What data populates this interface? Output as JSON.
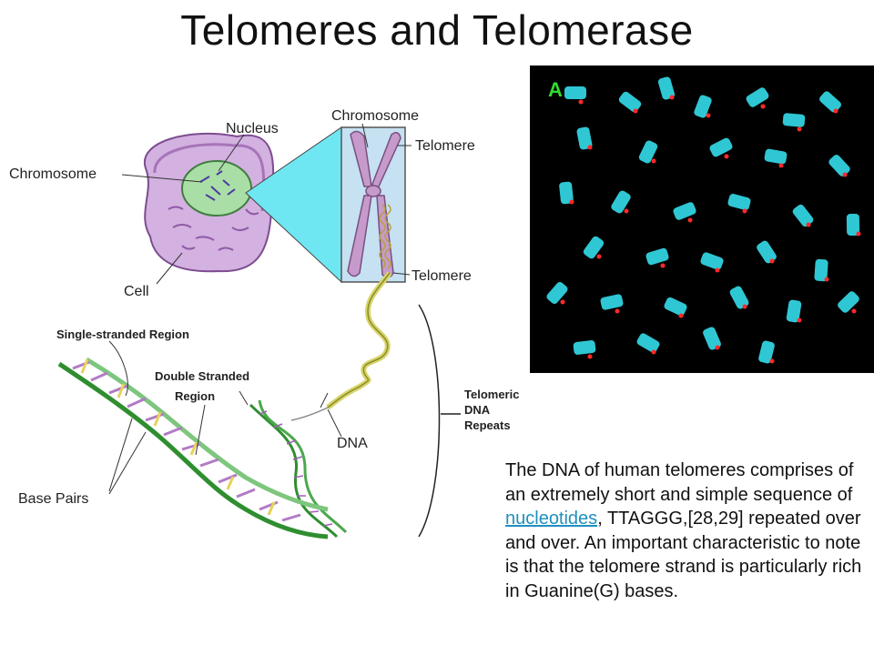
{
  "title": "Telomeres and Telomerase",
  "labels": {
    "nucleus": "Nucleus",
    "chromosome_left": "Chromosome",
    "chromosome_top": "Chromosome",
    "telomere_top": "Telomere",
    "telomere_bottom": "Telomere",
    "cell": "Cell",
    "single_stranded": "Single-stranded Region",
    "double_stranded_1": "Double Stranded",
    "double_stranded_2": "Region",
    "telomeric_1": "Telomeric",
    "telomeric_2": "DNA",
    "telomeric_3": "Repeats",
    "dna": "DNA",
    "base_pairs": "Base Pairs"
  },
  "micrograph": {
    "label": "A"
  },
  "caption": {
    "part1": "The DNA of human telomeres comprises of an extremely short and simple sequence of ",
    "link": "nucleotides",
    "part2": ", TTAGGG,[28,29] repeated over and over. An important characteristic to note is that the telomere strand is particularly rich in Guanine(G) bases."
  },
  "colors": {
    "cell": "#c59bd6",
    "nucleus": "#a6dca0",
    "zoom": "#66e8f4",
    "chromosome": "#c498c8",
    "dna_coil": "#e6e48a",
    "helix": "#3c9a3c",
    "spots": "#2fc7d4",
    "telomere_dots": "#ff2a2a"
  }
}
